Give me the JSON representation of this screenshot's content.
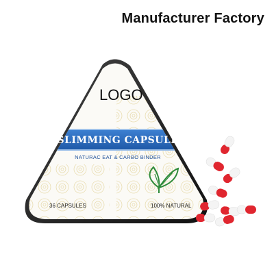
{
  "header": {
    "title": "Manufacturer Factory"
  },
  "package": {
    "logo_text": "LOGO",
    "product_name": "SLIMMING CAPSULE",
    "tagline": "NATURAC EAT & CARBO BINDER",
    "capsule_count": "36 CAPSULES",
    "natural_claim": "100% NATURAL",
    "icon": "leaf-icon"
  },
  "colors": {
    "band_blue": "#2f6ec0",
    "capsule_red": "#e0262f",
    "leaf_green": "#2e8b3a",
    "tin_edge": "#222222"
  }
}
